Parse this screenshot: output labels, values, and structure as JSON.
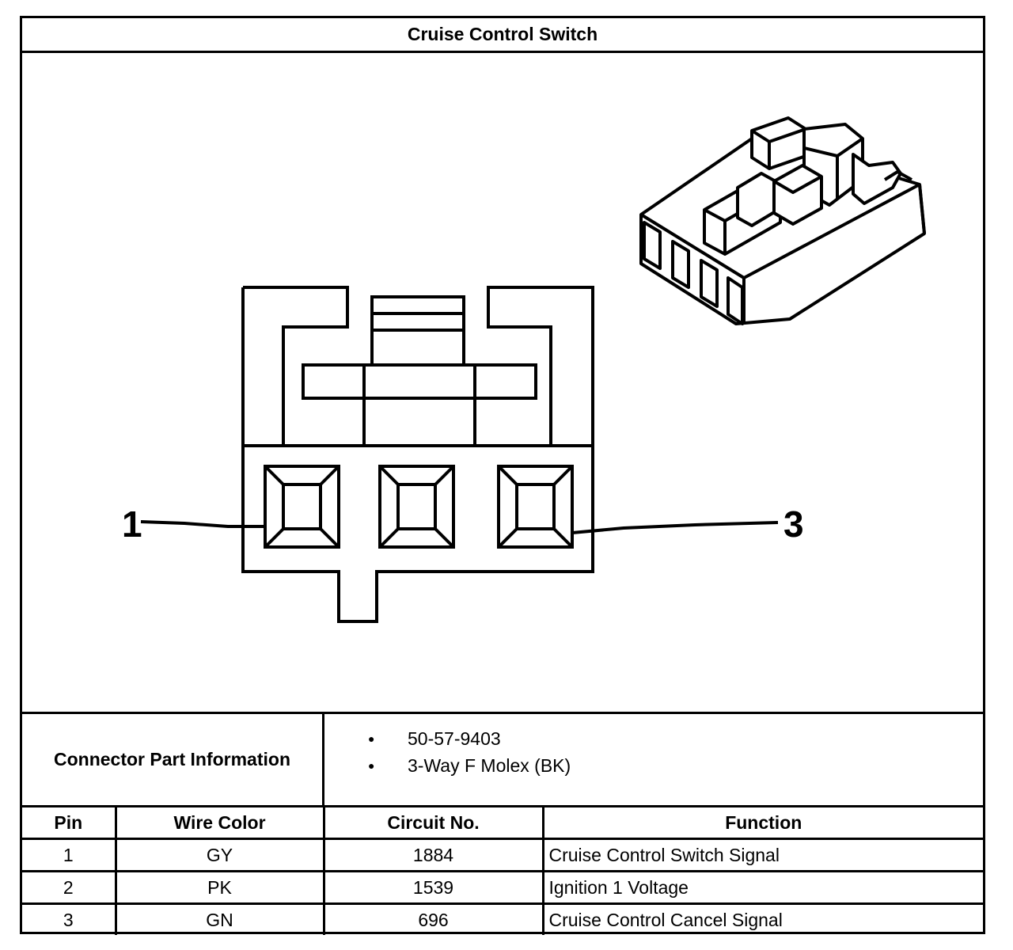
{
  "title": "Cruise Control Switch",
  "diagram": {
    "pin_labels": {
      "left": "1",
      "right": "3"
    }
  },
  "connector_info": {
    "label": "Connector Part Information",
    "items": [
      "50-57-9403",
      "3-Way F Molex (BK)"
    ]
  },
  "pin_table": {
    "headers": [
      "Pin",
      "Wire Color",
      "Circuit No.",
      "Function"
    ],
    "rows": [
      [
        "1",
        "GY",
        "1884",
        "Cruise Control Switch Signal"
      ],
      [
        "2",
        "PK",
        "1539",
        "Ignition 1 Voltage"
      ],
      [
        "3",
        "GN",
        "696",
        "Cruise Control Cancel Signal"
      ]
    ]
  }
}
